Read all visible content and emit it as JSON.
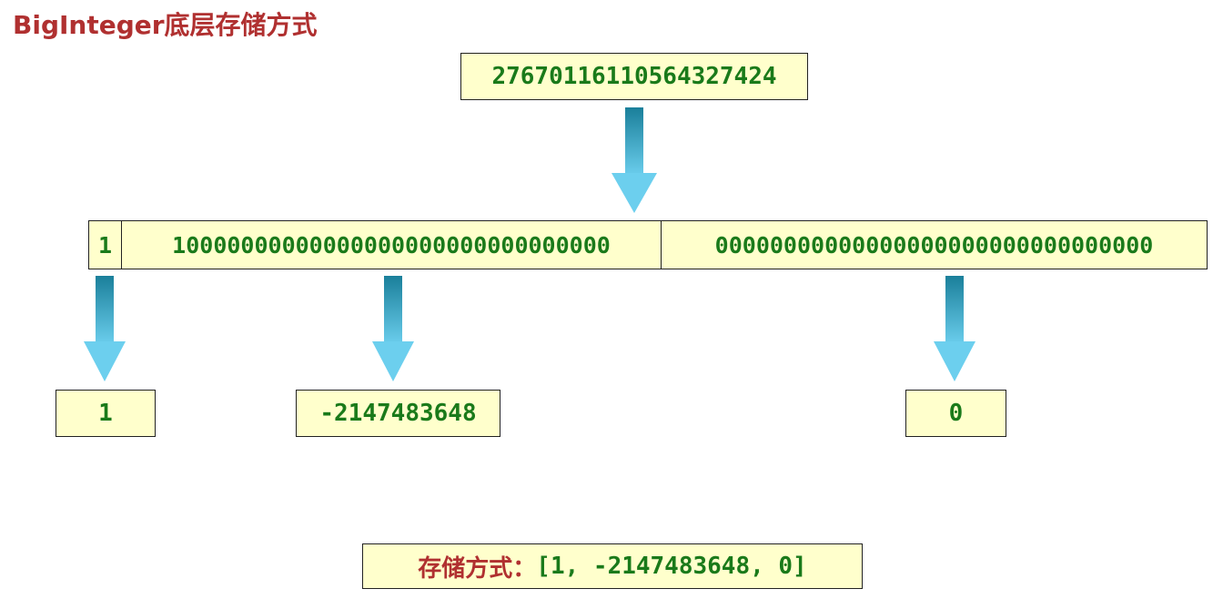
{
  "title": "BigInteger底层存储方式",
  "number": "27670116110564327424",
  "bits": {
    "sign": "1",
    "high": "10000000000000000000000000000000",
    "low": "00000000000000000000000000000000"
  },
  "elements": [
    "1",
    "-2147483648",
    "0"
  ],
  "result": {
    "label": "存储方式：",
    "value": "[1, -2147483648, 0]"
  },
  "colors": {
    "title": "#b03030",
    "value_text": "#1a7a1a",
    "box_fill": "#ffffcc",
    "arrow": "#5bc8e8"
  }
}
